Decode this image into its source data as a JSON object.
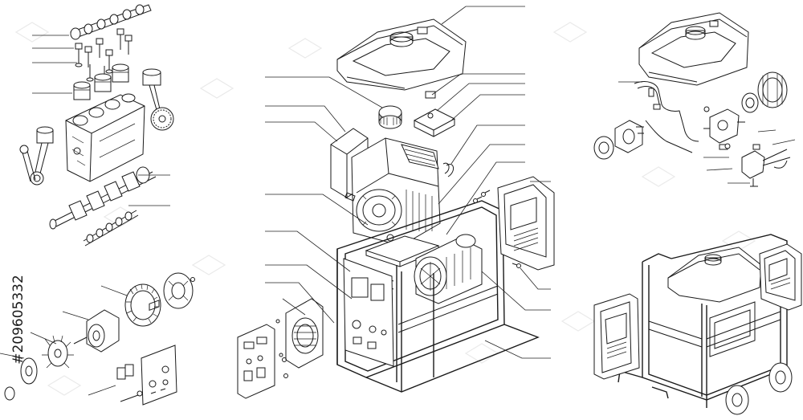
{
  "stock_id": "#209605332",
  "colors": {
    "line": "#1a1a1a",
    "background": "#ffffff",
    "watermark": "#d8d8d8"
  },
  "groups": [
    {
      "name": "engine-parts-exploded",
      "icon": "engine-block-icon"
    },
    {
      "name": "alternator-parts-exploded",
      "icon": "alternator-icon"
    },
    {
      "name": "generator-exploded-view",
      "icon": "generator-icon"
    },
    {
      "name": "fuel-system-exploded",
      "icon": "fuel-tank-icon"
    },
    {
      "name": "assembled-portable-generator",
      "icon": "portable-generator-icon"
    }
  ]
}
